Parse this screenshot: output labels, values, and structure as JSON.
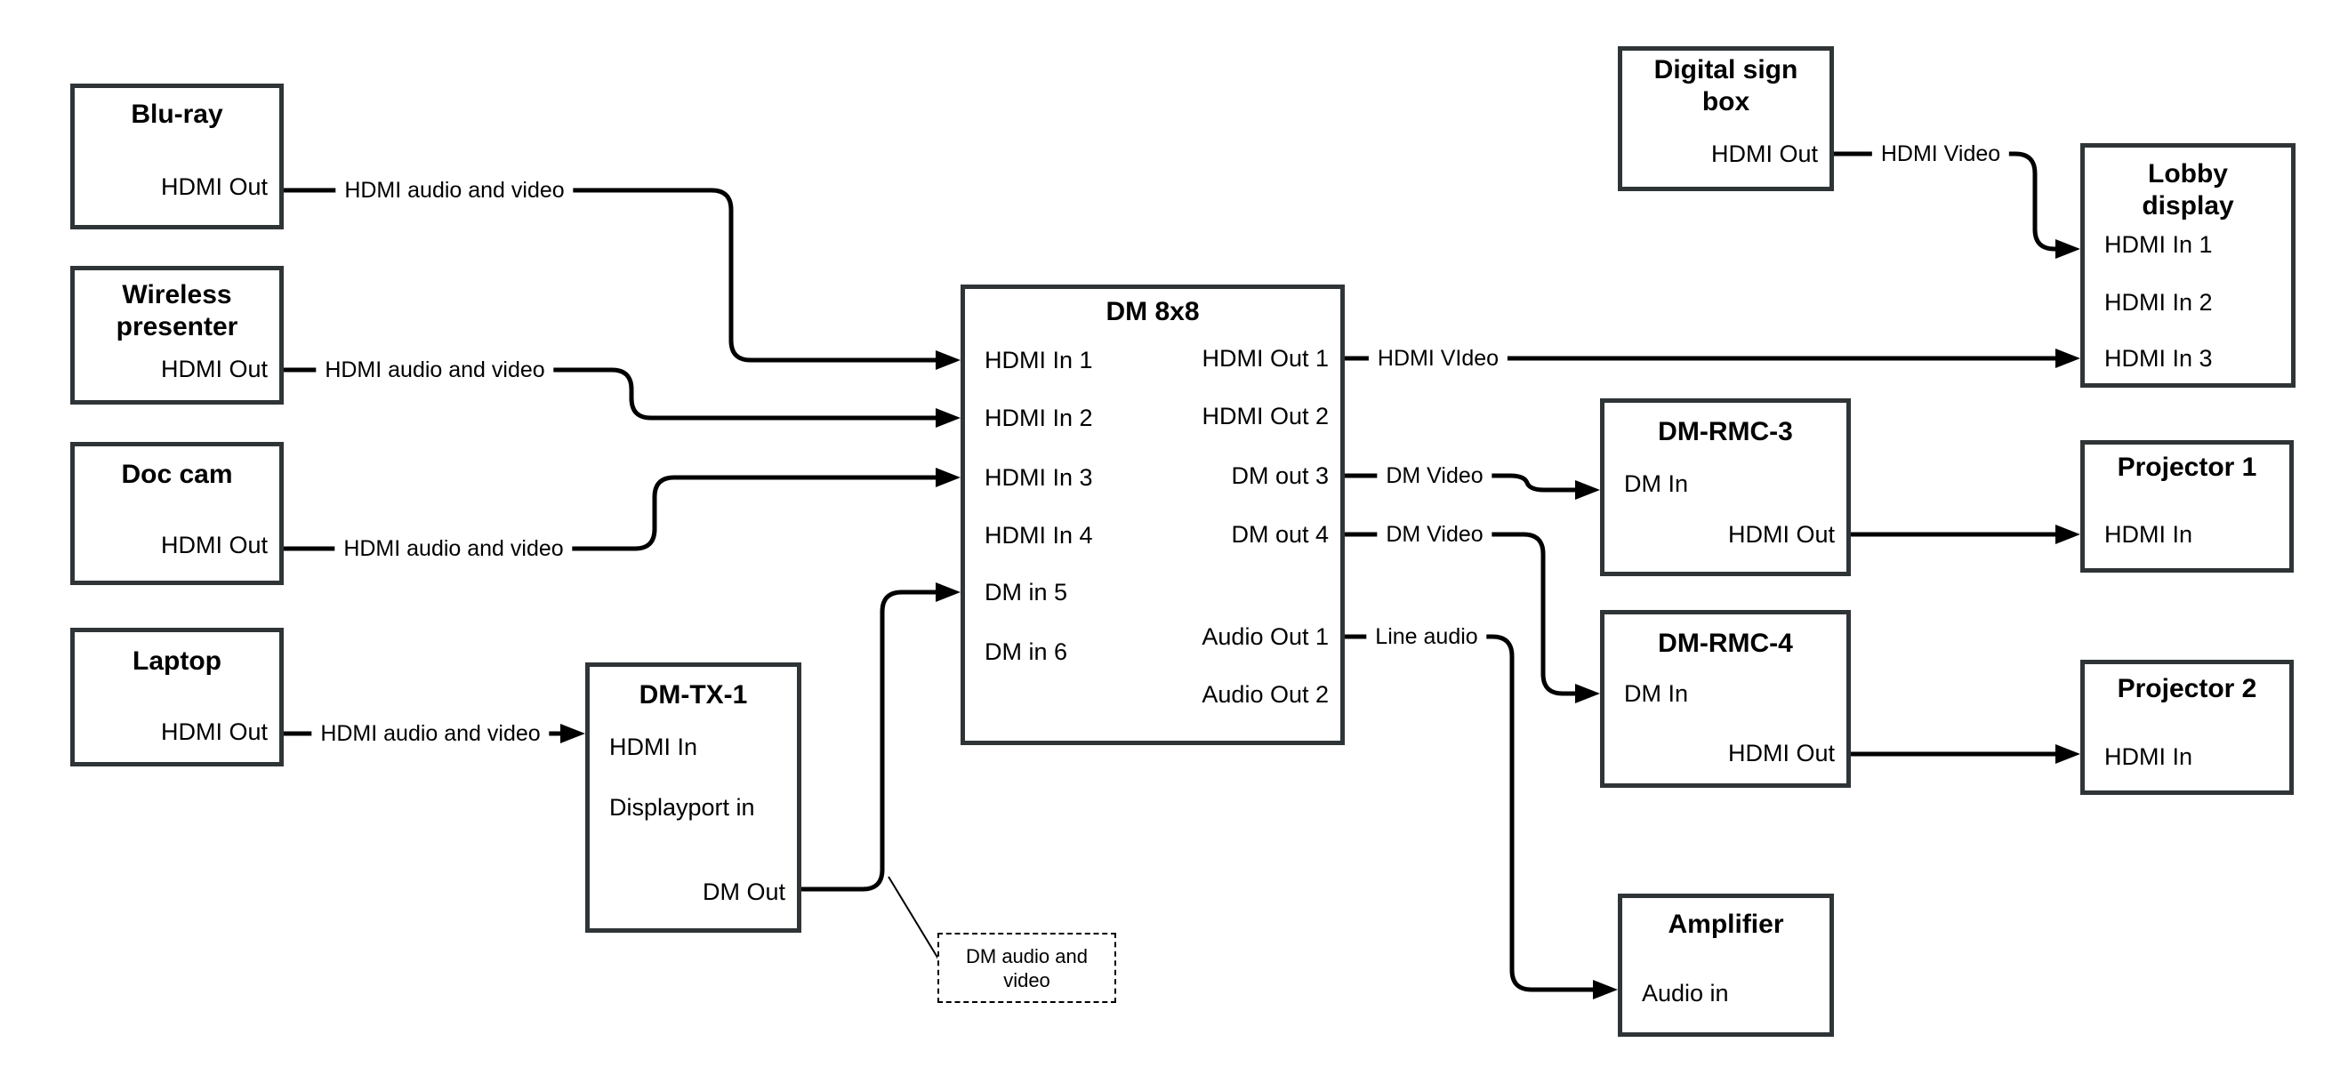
{
  "canvas": {
    "background": "#ffffff",
    "line_color": "#000000",
    "box_border_color": "#2f3437",
    "text_color": "#000000"
  },
  "nodes": {
    "bluray": {
      "title": "Blu-ray",
      "hdmi_out": "HDMI Out"
    },
    "wireless_presenter": {
      "title": "Wireless presenter",
      "hdmi_out": "HDMI Out"
    },
    "doc_cam": {
      "title": "Doc cam",
      "hdmi_out": "HDMI Out"
    },
    "laptop": {
      "title": "Laptop",
      "hdmi_out": "HDMI Out"
    },
    "dm_tx_1": {
      "title": "DM-TX-1",
      "hdmi_in": "HDMI In",
      "displayport_in": "Displayport in",
      "dm_out": "DM Out"
    },
    "dm_8x8": {
      "title": "DM 8x8",
      "hdmi_in_1": "HDMI In 1",
      "hdmi_in_2": "HDMI In 2",
      "hdmi_in_3": "HDMI In 3",
      "hdmi_in_4": "HDMI In 4",
      "dm_in_5": "DM in 5",
      "dm_in_6": "DM in 6",
      "hdmi_out_1": "HDMI Out 1",
      "hdmi_out_2": "HDMI Out 2",
      "dm_out_3": "DM out 3",
      "dm_out_4": "DM out 4",
      "audio_out_1": "Audio Out 1",
      "audio_out_2": "Audio Out 2"
    },
    "digital_sign_box": {
      "title": "Digital sign box",
      "hdmi_out": "HDMI Out"
    },
    "lobby_display": {
      "title": "Lobby display",
      "hdmi_in_1": "HDMI In 1",
      "hdmi_in_2": "HDMI In 2",
      "hdmi_in_3": "HDMI In 3"
    },
    "dm_rmc_3": {
      "title": "DM-RMC-3",
      "dm_in": "DM In",
      "hdmi_out": "HDMI Out"
    },
    "projector_1": {
      "title": "Projector 1",
      "hdmi_in": "HDMI In"
    },
    "dm_rmc_4": {
      "title": "DM-RMC-4",
      "dm_in": "DM In",
      "hdmi_out": "HDMI Out"
    },
    "projector_2": {
      "title": "Projector 2",
      "hdmi_in": "HDMI In"
    },
    "amplifier": {
      "title": "Amplifier",
      "audio_in": "Audio in"
    }
  },
  "edge_labels": {
    "hdmi_av_bluray": "HDMI audio and video",
    "hdmi_av_wireless": "HDMI audio and video",
    "hdmi_av_doccam": "HDMI audio and video",
    "hdmi_av_laptop": "HDMI audio and video",
    "hdmi_video_matrix": "HDMI VIdeo",
    "hdmi_video_sign": "HDMI Video",
    "dm_video_out3": "DM Video",
    "dm_video_out4": "DM Video",
    "line_audio": "Line audio",
    "annotation": "DM audio and video"
  }
}
